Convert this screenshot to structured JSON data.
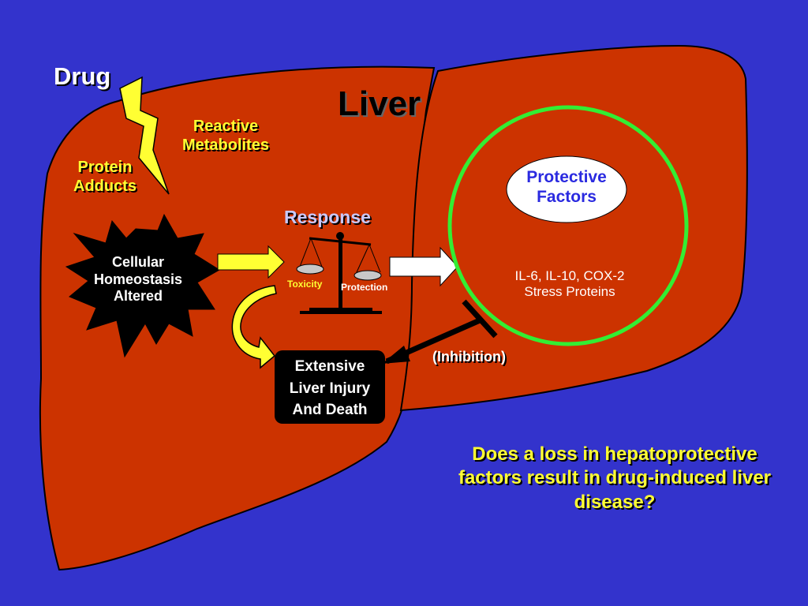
{
  "title": "Liver",
  "drug_label": "Drug",
  "reactive_metabolites": [
    "Reactive",
    "Metabolites"
  ],
  "protein_adducts": [
    "Protein",
    "Adducts"
  ],
  "cellular_homeostasis": [
    "Cellular",
    "Homeostasis",
    "Altered"
  ],
  "response_label": "Response",
  "scale": {
    "left_pan": "Toxicity",
    "right_pan": "Protection"
  },
  "outcome": [
    "Extensive",
    "Liver Injury",
    "And Death"
  ],
  "protective_factors": [
    "Protective",
    "Factors"
  ],
  "factors_list": [
    "IL-6, IL-10, COX-2",
    "Stress Proteins"
  ],
  "inhibition_label": "(Inhibition)",
  "question": "Does a loss in hepatoprotective factors result in drug-induced liver disease?",
  "colors": {
    "background": "#3333cc",
    "liver": "#cc3300",
    "highlight_text": "#ffff33",
    "circle": "#33ee33",
    "bolt": "#ffff33"
  },
  "icons": [
    "lightning-bolt-icon",
    "starburst-icon",
    "balance-scale-icon",
    "right-arrow-icon",
    "curved-arrow-icon",
    "inhibition-bar-icon"
  ]
}
